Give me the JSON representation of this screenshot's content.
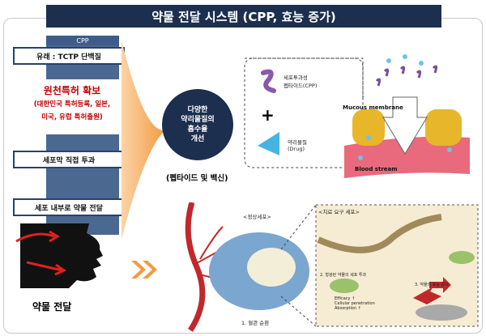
{
  "title": "약물 전달 시스템 (CPP, 효능 증가)",
  "left": {
    "tab": "CPP",
    "origin": "유래 : TCTP 단백질",
    "patent_title": "원천특허 확보",
    "patent_sub": [
      "(대한민국 특허등록, 일본,",
      "미국, 유럽 특허출원)"
    ],
    "step1": "세포막 직접 투과",
    "step2": "세포 내부로 약물 전달",
    "bottom_label": "약물 전달"
  },
  "center": {
    "circle_lines": [
      "다양한",
      "약리물질의",
      "흡수율",
      "개선"
    ],
    "caption": "(펩타이드 및 백신)"
  },
  "legend": {
    "cpp_lines": [
      "세포투과성",
      "펩타이드(CPP)"
    ],
    "plus": "+",
    "drug_main": "약리물질",
    "drug_sub": "(Drug)"
  },
  "membrane": {
    "mucous": "Mucous membrane",
    "blood": "Blood stream"
  },
  "bottom": {
    "normal_cell": "<정상세포>",
    "vessel_label": "1. 혈관 순환",
    "target_label": "<치료 요구 세포>",
    "step2": "2. 형광된 약물의 세포 투과",
    "step3": "3. 약물의 효능 증대",
    "effects": [
      "Efficacy ↑",
      "Cellular penetration",
      "Absorption ↑"
    ]
  },
  "colors": {
    "navy": "#1c2f4e",
    "steel": "#4b6891",
    "red": "#c00000",
    "orange": "#f5a04a"
  }
}
